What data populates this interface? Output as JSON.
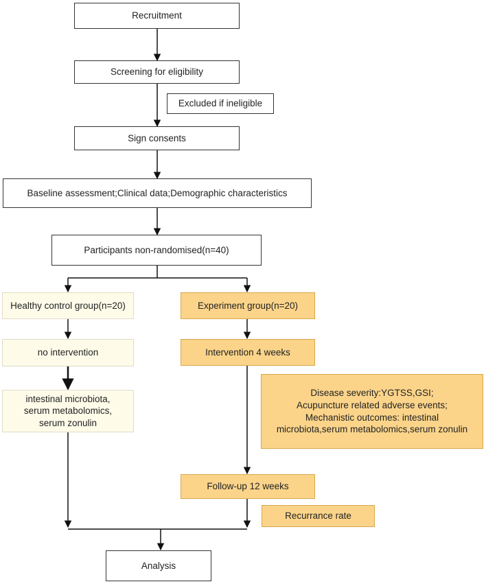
{
  "flowchart": {
    "recruitment": "Recruitment",
    "screening": "Screening for eligibility",
    "excluded": "Excluded if ineligible",
    "consents": "Sign consents",
    "baseline": "Baseline assessment;Clinical data;Demographic characteristics",
    "participants": "Participants  non-randomised(n=40)",
    "healthy_group": "Healthy control group(n=20)",
    "experiment_group": "Experiment group(n=20)",
    "no_intervention": "no intervention",
    "intervention": "Intervention 4 weeks",
    "healthy_outcomes": [
      "intestinal microbiota,",
      "serum metabolomics,",
      "serum zonulin"
    ],
    "experiment_outcomes": [
      "Disease severity:YGTSS,GSI;",
      "Acupuncture related adverse events;",
      "Mechanistic outcomes: intestinal",
      "microbiota,serum metabolomics,serum zonulin"
    ],
    "followup": "Follow-up 12 weeks",
    "recurrence": "Recurrance rate",
    "analysis": "Analysis"
  },
  "colors": {
    "line": "#111111",
    "healthy_fill": "#fefbe9",
    "experiment_fill": "#fbd48a"
  }
}
